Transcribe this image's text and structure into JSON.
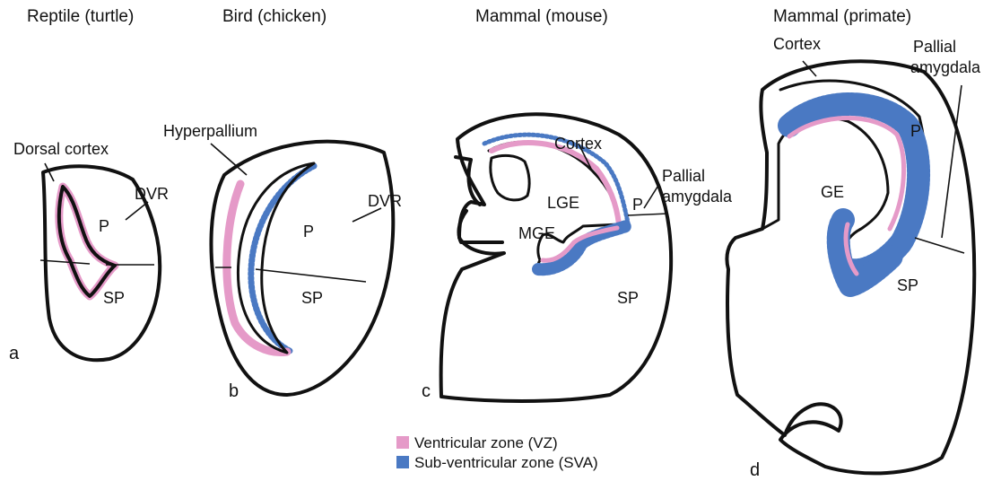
{
  "colors": {
    "outline": "#111111",
    "vz": "#e59ac8",
    "sva": "#4a79c3",
    "background": "#ffffff"
  },
  "panels": {
    "a": {
      "letter": "a",
      "title": "Reptile (turtle)",
      "labels": {
        "dorsal_cortex": "Dorsal cortex",
        "dvr": "DVR",
        "p": "P",
        "sp": "SP"
      }
    },
    "b": {
      "letter": "b",
      "title": "Bird (chicken)",
      "labels": {
        "hyperpallium": "Hyperpallium",
        "dvr": "DVR",
        "p": "P",
        "sp": "SP"
      }
    },
    "c": {
      "letter": "c",
      "title": "Mammal (mouse)",
      "labels": {
        "cortex": "Cortex",
        "pallial_amygdala_1": "Pallial",
        "pallial_amygdala_2": "amygdala",
        "lge": "LGE",
        "mge": "MGE",
        "p": "P",
        "sp": "SP"
      }
    },
    "d": {
      "letter": "d",
      "title": "Mammal (primate)",
      "labels": {
        "cortex": "Cortex",
        "pallial_amygdala_1": "Pallial",
        "pallial_amygdala_2": "amygdala",
        "p": "P",
        "ge": "GE",
        "sp": "SP"
      }
    }
  },
  "legend": {
    "vz": {
      "label": "Ventricular zone (VZ)",
      "color": "#e59ac8"
    },
    "sva": {
      "label": "Sub-ventricular zone (SVA)",
      "color": "#4a79c3"
    }
  }
}
